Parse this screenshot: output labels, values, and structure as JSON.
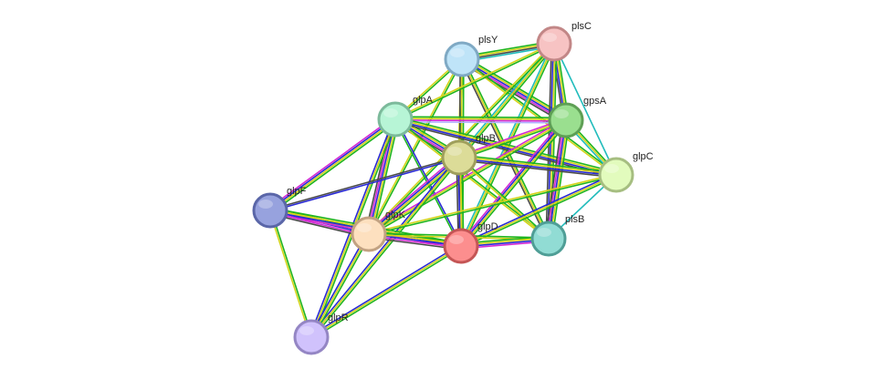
{
  "network": {
    "nodes": [
      {
        "id": "plsY",
        "label": "plsY",
        "fill": "#bfe4f8",
        "stroke": "#7fa9c4"
      },
      {
        "id": "plsC",
        "label": "plsC",
        "fill": "#f7c3c3",
        "stroke": "#c28787"
      },
      {
        "id": "glpA",
        "label": "glpA",
        "fill": "#b7f5d6",
        "stroke": "#7cba9b"
      },
      {
        "id": "gpsA",
        "label": "gpsA",
        "fill": "#9adf8f",
        "stroke": "#5e9f55"
      },
      {
        "id": "glpB",
        "label": "glpB",
        "fill": "#dcdc98",
        "stroke": "#9f9f5c"
      },
      {
        "id": "glpC",
        "label": "glpC",
        "fill": "#e2fbbd",
        "stroke": "#a6be81"
      },
      {
        "id": "glpF",
        "label": "glpF",
        "fill": "#97a2de",
        "stroke": "#5a66a8"
      },
      {
        "id": "glpK",
        "label": "glpK",
        "fill": "#fde0bf",
        "stroke": "#c2a282"
      },
      {
        "id": "glpD",
        "label": "glpD",
        "fill": "#fc8e8e",
        "stroke": "#c45555"
      },
      {
        "id": "plsB",
        "label": "plsB",
        "fill": "#91dcd4",
        "stroke": "#4f9e96"
      },
      {
        "id": "glpR",
        "label": "glpR",
        "fill": "#d0c2fc",
        "stroke": "#9486c4"
      }
    ],
    "evidence_colors": [
      "#1fb51f",
      "#d4d41a",
      "#2a2ad4",
      "#d42ad4",
      "#4a4a4a",
      "#22bcbc",
      "#b0b0ff"
    ],
    "edges": [
      {
        "a": "plsY",
        "b": "plsC",
        "colors": [
          "#1fb51f",
          "#d4d41a",
          "#4a4a4a",
          "#22bcbc"
        ]
      },
      {
        "a": "plsY",
        "b": "glpA",
        "colors": [
          "#1fb51f",
          "#d4d41a"
        ]
      },
      {
        "a": "plsY",
        "b": "gpsA",
        "colors": [
          "#1fb51f",
          "#d4d41a",
          "#2a2ad4",
          "#d42ad4",
          "#4a4a4a"
        ]
      },
      {
        "a": "plsY",
        "b": "glpB",
        "colors": [
          "#1fb51f",
          "#d4d41a"
        ]
      },
      {
        "a": "plsY",
        "b": "glpC",
        "colors": [
          "#1fb51f",
          "#d4d41a"
        ]
      },
      {
        "a": "plsY",
        "b": "glpK",
        "colors": [
          "#1fb51f",
          "#d4d41a"
        ]
      },
      {
        "a": "plsY",
        "b": "glpD",
        "colors": [
          "#1fb51f",
          "#d4d41a",
          "#4a4a4a"
        ]
      },
      {
        "a": "plsY",
        "b": "plsB",
        "colors": [
          "#1fb51f",
          "#d4d41a",
          "#4a4a4a"
        ]
      },
      {
        "a": "plsC",
        "b": "glpA",
        "colors": [
          "#1fb51f",
          "#d4d41a"
        ]
      },
      {
        "a": "plsC",
        "b": "gpsA",
        "colors": [
          "#1fb51f",
          "#d4d41a",
          "#2a2ad4",
          "#4a4a4a"
        ]
      },
      {
        "a": "plsC",
        "b": "glpB",
        "colors": [
          "#1fb51f",
          "#d4d41a",
          "#22bcbc"
        ]
      },
      {
        "a": "plsC",
        "b": "glpC",
        "colors": [
          "#22bcbc"
        ]
      },
      {
        "a": "plsC",
        "b": "glpK",
        "colors": [
          "#1fb51f",
          "#d4d41a"
        ]
      },
      {
        "a": "plsC",
        "b": "glpD",
        "colors": [
          "#1fb51f",
          "#d4d41a",
          "#22bcbc"
        ]
      },
      {
        "a": "plsC",
        "b": "plsB",
        "colors": [
          "#1fb51f",
          "#d4d41a",
          "#2a2ad4",
          "#4a4a4a"
        ]
      },
      {
        "a": "glpA",
        "b": "gpsA",
        "colors": [
          "#1fb51f",
          "#d4d41a",
          "#d42ad4",
          "#b0b0ff"
        ]
      },
      {
        "a": "glpA",
        "b": "glpB",
        "colors": [
          "#1fb51f",
          "#d4d41a",
          "#2a2ad4",
          "#d42ad4",
          "#4a4a4a"
        ]
      },
      {
        "a": "glpA",
        "b": "glpC",
        "colors": [
          "#1fb51f",
          "#d4d41a",
          "#2a2ad4",
          "#4a4a4a"
        ]
      },
      {
        "a": "glpA",
        "b": "glpF",
        "colors": [
          "#1fb51f",
          "#d4d41a",
          "#2a2ad4",
          "#d42ad4"
        ]
      },
      {
        "a": "glpA",
        "b": "glpK",
        "colors": [
          "#1fb51f",
          "#d4d41a",
          "#2a2ad4",
          "#d42ad4",
          "#4a4a4a"
        ]
      },
      {
        "a": "glpA",
        "b": "glpD",
        "colors": [
          "#2a2ad4",
          "#1fb51f"
        ]
      },
      {
        "a": "glpA",
        "b": "plsB",
        "colors": [
          "#1fb51f",
          "#d4d41a"
        ]
      },
      {
        "a": "glpA",
        "b": "glpR",
        "colors": [
          "#1fb51f",
          "#d4d41a",
          "#2a2ad4"
        ]
      },
      {
        "a": "gpsA",
        "b": "glpB",
        "colors": [
          "#1fb51f",
          "#d4d41a",
          "#d42ad4"
        ]
      },
      {
        "a": "gpsA",
        "b": "glpC",
        "colors": [
          "#1fb51f",
          "#d4d41a",
          "#22bcbc"
        ]
      },
      {
        "a": "gpsA",
        "b": "glpK",
        "colors": [
          "#1fb51f",
          "#d4d41a",
          "#d42ad4"
        ]
      },
      {
        "a": "gpsA",
        "b": "glpD",
        "colors": [
          "#1fb51f",
          "#d4d41a",
          "#2a2ad4",
          "#d42ad4"
        ]
      },
      {
        "a": "gpsA",
        "b": "plsB",
        "colors": [
          "#1fb51f",
          "#d4d41a",
          "#2a2ad4",
          "#d42ad4",
          "#4a4a4a"
        ]
      },
      {
        "a": "glpB",
        "b": "glpC",
        "colors": [
          "#1fb51f",
          "#d4d41a",
          "#2a2ad4",
          "#4a4a4a"
        ]
      },
      {
        "a": "glpB",
        "b": "glpF",
        "colors": [
          "#2a2ad4",
          "#4a4a4a"
        ]
      },
      {
        "a": "glpB",
        "b": "glpK",
        "colors": [
          "#1fb51f",
          "#d4d41a",
          "#2a2ad4",
          "#d42ad4"
        ]
      },
      {
        "a": "glpB",
        "b": "glpD",
        "colors": [
          "#1fb51f",
          "#d4d41a",
          "#2a2ad4",
          "#4a4a4a"
        ]
      },
      {
        "a": "glpB",
        "b": "plsB",
        "colors": [
          "#1fb51f",
          "#d4d41a"
        ]
      },
      {
        "a": "glpB",
        "b": "glpR",
        "colors": [
          "#1fb51f",
          "#d4d41a",
          "#2a2ad4"
        ]
      },
      {
        "a": "glpC",
        "b": "glpK",
        "colors": [
          "#1fb51f",
          "#d4d41a"
        ]
      },
      {
        "a": "glpC",
        "b": "glpD",
        "colors": [
          "#1fb51f",
          "#d4d41a",
          "#2a2ad4"
        ]
      },
      {
        "a": "glpC",
        "b": "plsB",
        "colors": [
          "#22bcbc"
        ]
      },
      {
        "a": "glpF",
        "b": "glpK",
        "colors": [
          "#1fb51f",
          "#d4d41a",
          "#2a2ad4",
          "#d42ad4",
          "#4a4a4a"
        ]
      },
      {
        "a": "glpF",
        "b": "glpD",
        "colors": [
          "#1fb51f",
          "#d4d41a",
          "#2a2ad4",
          "#d42ad4"
        ]
      },
      {
        "a": "glpF",
        "b": "glpR",
        "colors": [
          "#1fb51f",
          "#d4d41a"
        ]
      },
      {
        "a": "glpK",
        "b": "glpD",
        "colors": [
          "#1fb51f",
          "#d4d41a",
          "#2a2ad4",
          "#d42ad4",
          "#4a4a4a"
        ]
      },
      {
        "a": "glpK",
        "b": "plsB",
        "colors": [
          "#1fb51f",
          "#d4d41a"
        ]
      },
      {
        "a": "glpK",
        "b": "glpR",
        "colors": [
          "#1fb51f",
          "#d4d41a",
          "#2a2ad4"
        ]
      },
      {
        "a": "glpD",
        "b": "plsB",
        "colors": [
          "#1fb51f",
          "#d4d41a",
          "#2a2ad4",
          "#d42ad4"
        ]
      },
      {
        "a": "glpD",
        "b": "glpR",
        "colors": [
          "#1fb51f",
          "#d4d41a",
          "#2a2ad4"
        ]
      }
    ]
  }
}
